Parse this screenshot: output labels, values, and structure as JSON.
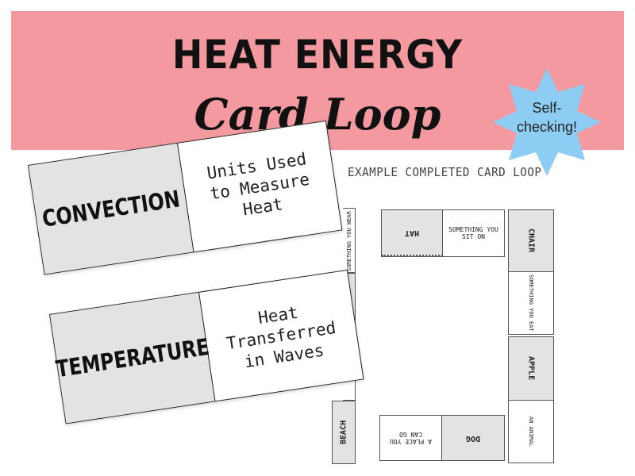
{
  "banner": {
    "title": "HEAT ENERGY",
    "subtitle": "Card Loop",
    "color": "#f4999f"
  },
  "badge": {
    "line1": "Self-",
    "line2": "checking!",
    "color": "#8ecdf3"
  },
  "example": {
    "label": "EXAMPLE COMPLETED CARD LOOP",
    "cells": {
      "top_left_side": "SOMETHING YOU WEAR",
      "top_grey": "HAT",
      "top_white": "SOMETHING YOU SIT ON",
      "right_grey_top": "CHAIR",
      "right_white_mid": "SOMETHING YOU EAT",
      "right_grey_bottom": "APPLE",
      "right_white_bottom": "AN ANIMAL",
      "bottom_grey": "DOG",
      "bottom_white": "A PLACE YOU CAN GO",
      "left_grey_bottom": "BEACH"
    }
  },
  "cards": [
    {
      "term": "CONVECTION",
      "clue": "Units Used to Measure Heat"
    },
    {
      "term": "TEMPERATURE",
      "clue": "Heat Transferred in Waves"
    }
  ]
}
